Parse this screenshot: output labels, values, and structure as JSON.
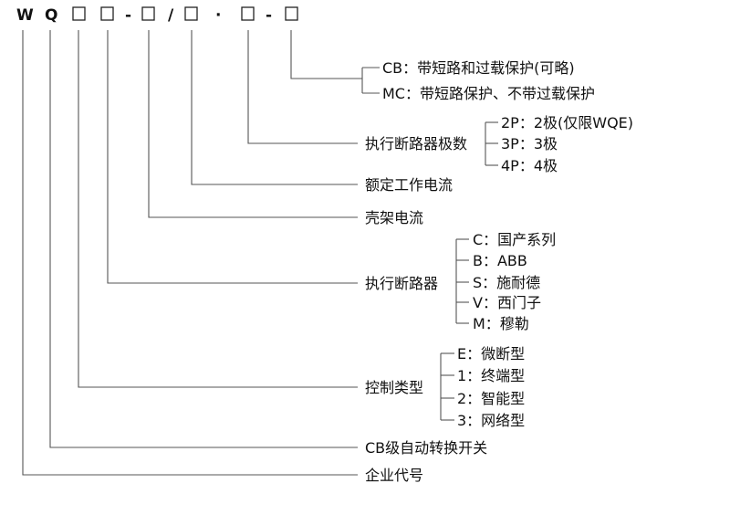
{
  "code": {
    "w": "W",
    "q": "Q",
    "dash1": "-",
    "slash": "/",
    "dot": "·",
    "dash2": "-"
  },
  "options": {
    "cb": "CB：带短路和过载保护(可略)",
    "mc": "MC：带短路保护、不带过载保护"
  },
  "poles": {
    "title": "执行断路器极数",
    "items": [
      "2P：2极(仅限WQE)",
      "3P：3极",
      "4P：4极"
    ]
  },
  "rated_current": "额定工作电流",
  "frame_current": "壳架电流",
  "breaker": {
    "title": "执行断路器",
    "items": [
      "C：国产系列",
      "B：ABB",
      "S：施耐德",
      "V：西门子",
      "M：穆勒"
    ]
  },
  "control_type": {
    "title": "控制类型",
    "items": [
      "E：微断型",
      "1：终端型",
      "2：智能型",
      "3：网络型"
    ]
  },
  "cb_switch": "CB级自动转换开关",
  "company_code": "企业代号"
}
